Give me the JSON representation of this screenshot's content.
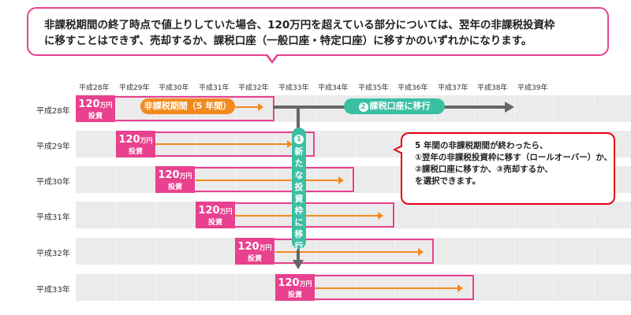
{
  "top_callout": {
    "line1": "非課税期間の終了時点で値上りしていた場合、120万円を超えている部分については、翌年の非課税投資枠",
    "line2": "に移すことはできず、売却するか、課税口座（一般口座・特定口座）に移すかのいずれかになります。"
  },
  "years_header": [
    "平成28年",
    "平成29年",
    "平成30年",
    "平成31年",
    "平成32年",
    "平成33年",
    "平成34年",
    "平成35年",
    "平成36年",
    "平成37年",
    "平成38年",
    "平成39年"
  ],
  "rows": [
    {
      "label": "平成28年",
      "amount": "120",
      "unit": "万円",
      "sub": "投資"
    },
    {
      "label": "平成29年",
      "amount": "120",
      "unit": "万円",
      "sub": "投資"
    },
    {
      "label": "平成30年",
      "amount": "120",
      "unit": "万円",
      "sub": "投資"
    },
    {
      "label": "平成31年",
      "amount": "120",
      "unit": "万円",
      "sub": "投資"
    },
    {
      "label": "平成32年",
      "amount": "120",
      "unit": "万円",
      "sub": "投資"
    },
    {
      "label": "平成33年",
      "amount": "120",
      "unit": "万円",
      "sub": "投資"
    }
  ],
  "period_pill": "非課税期間（5 年間）",
  "option2_pill": {
    "num": "2",
    "text": "課税口座に移行"
  },
  "option1_pill": {
    "num": "1",
    "chars": [
      "新",
      "た",
      "な",
      "投",
      "資",
      "枠",
      "に",
      "移",
      "行"
    ]
  },
  "right_callout": {
    "line1": "5 年間の非課税期間が終わったら、",
    "line2": "①翌年の非課税投資枠に移す（ロールオーバー）か、",
    "line3": "②課税口座に移すか、③売却するか、",
    "line4": "を選択できます。"
  },
  "colors": {
    "pink": "#e8418f",
    "orange": "#f28a1e",
    "teal": "#3bbfa3",
    "gray": "#666666",
    "red": "#e60012"
  }
}
